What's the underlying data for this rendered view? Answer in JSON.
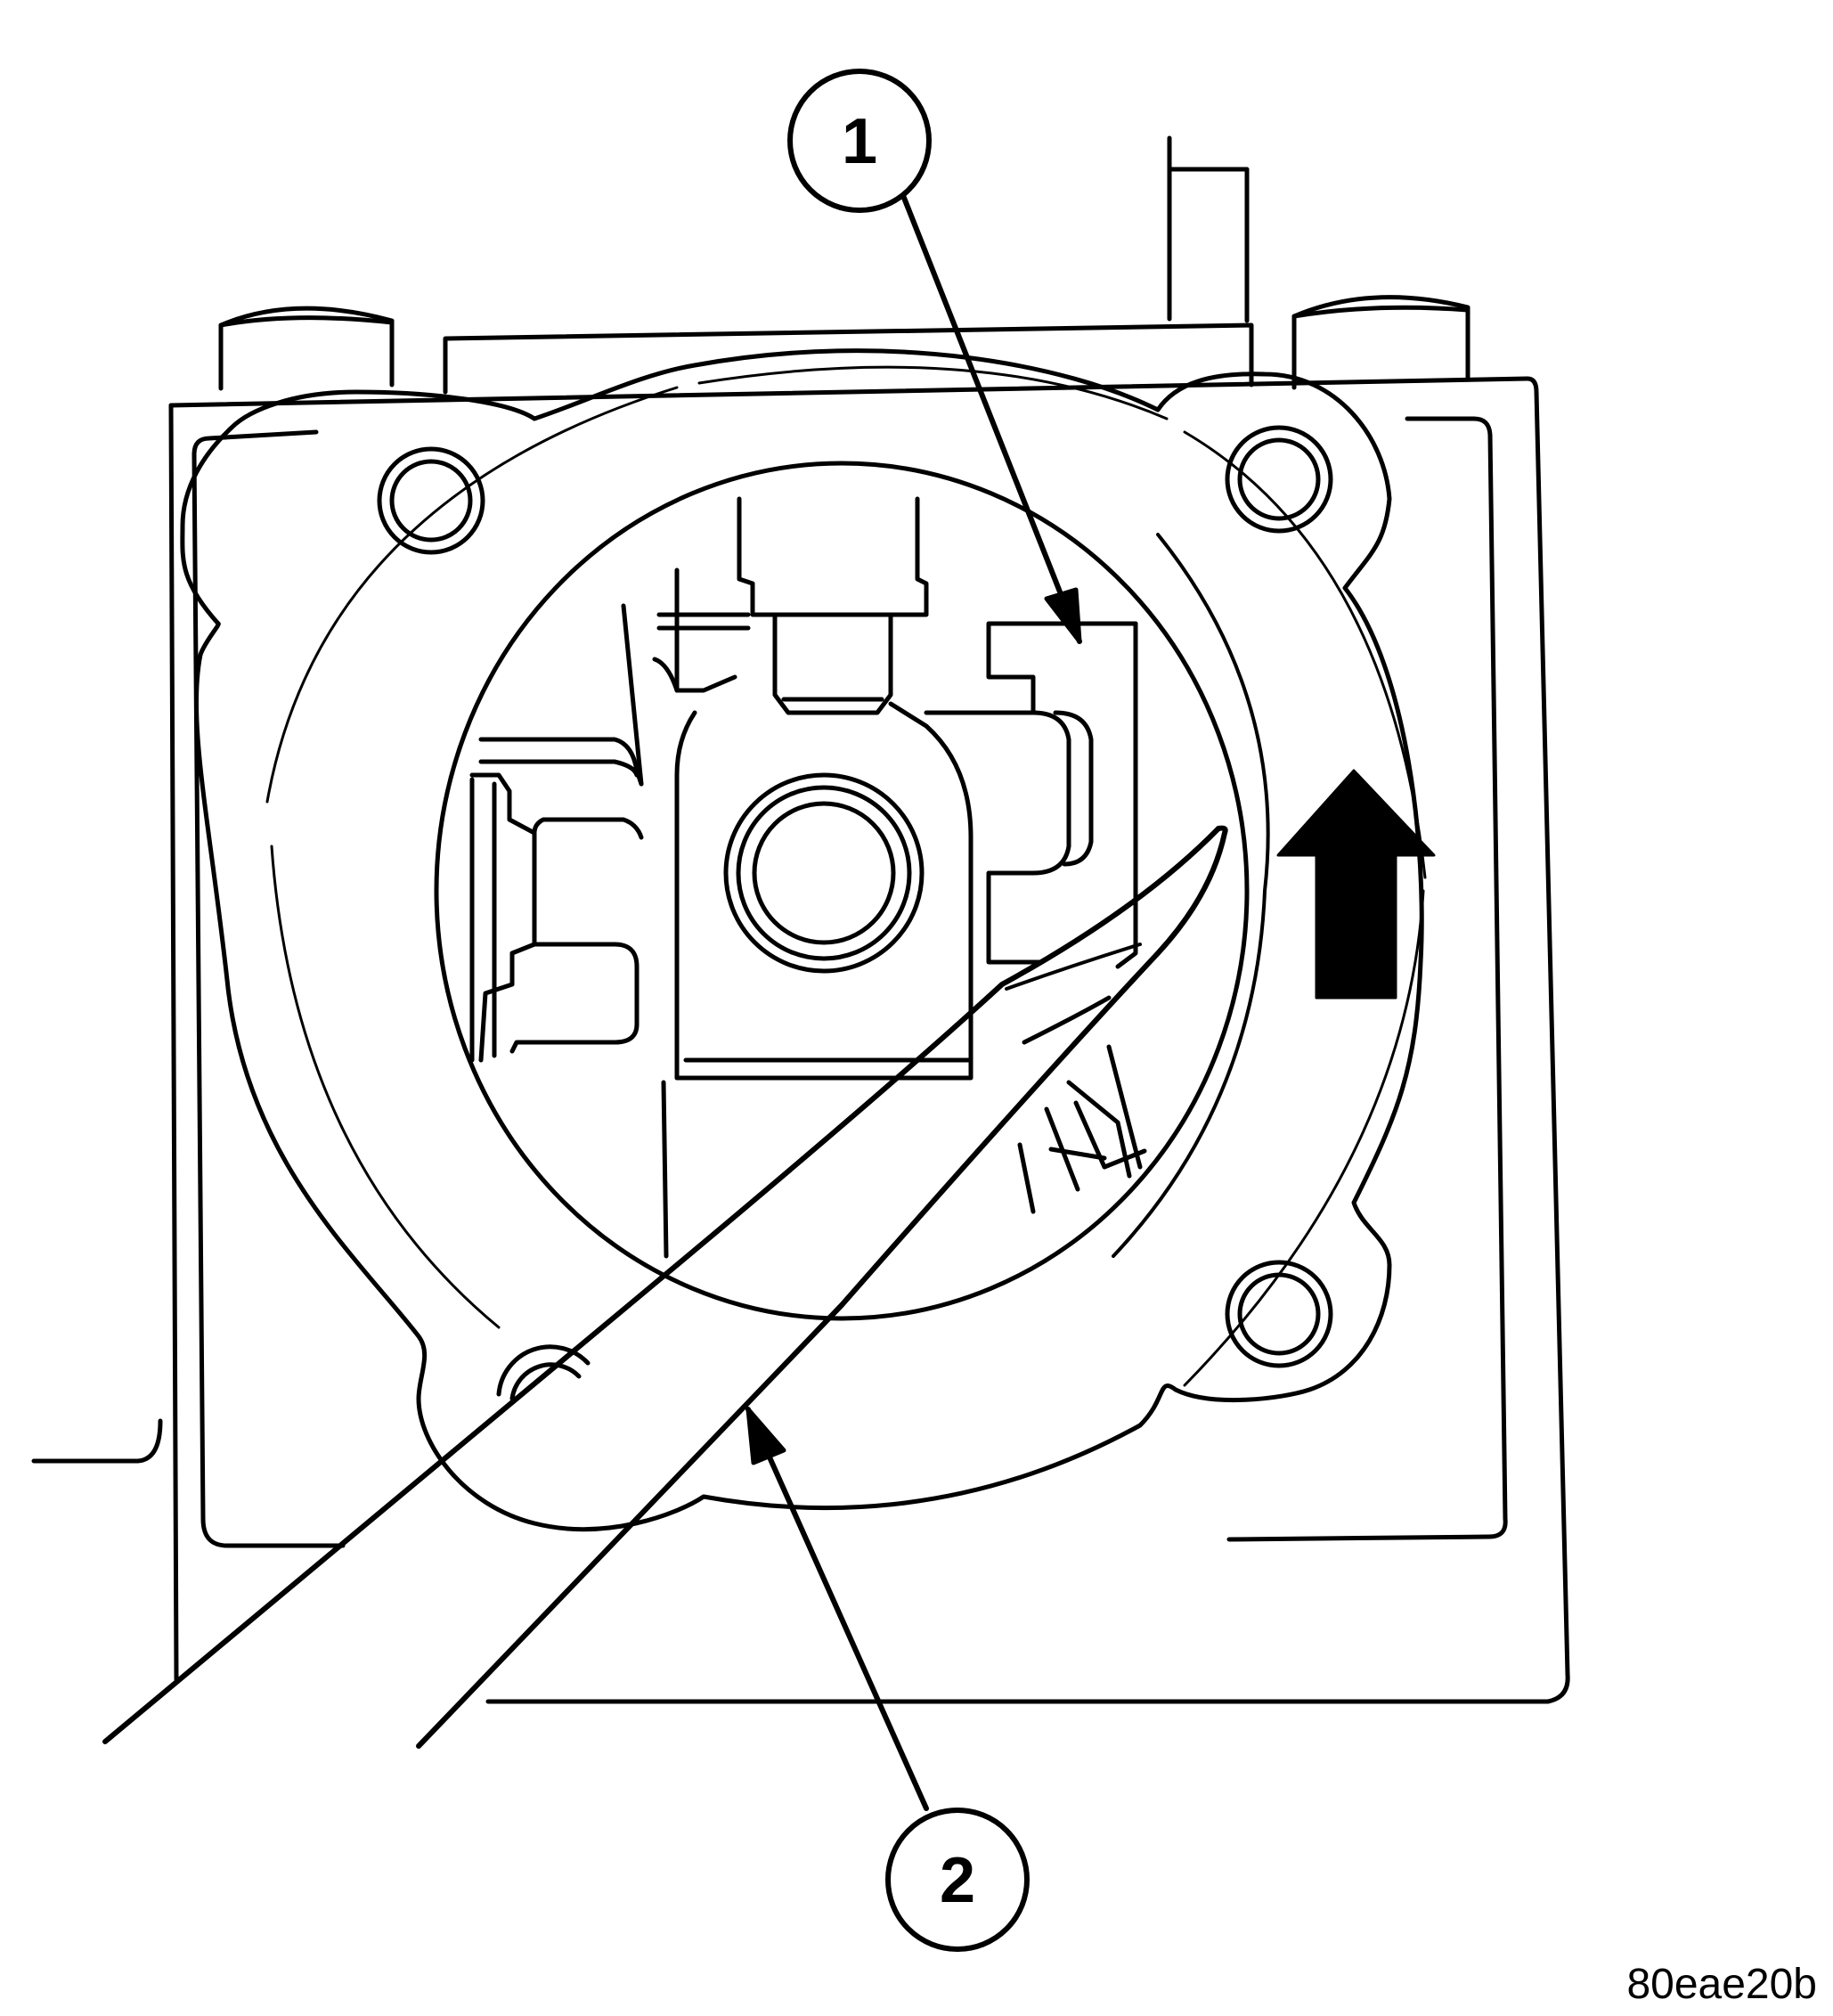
{
  "figure": {
    "id": "80eae20b"
  },
  "callouts": [
    {
      "number": "1",
      "target": "retaining-clip"
    },
    {
      "number": "2",
      "target": "pry-tool"
    }
  ],
  "direction_arrow": {
    "direction": "up",
    "color": "#000000"
  },
  "colors": {
    "line": "#000000",
    "background": "#ffffff"
  }
}
